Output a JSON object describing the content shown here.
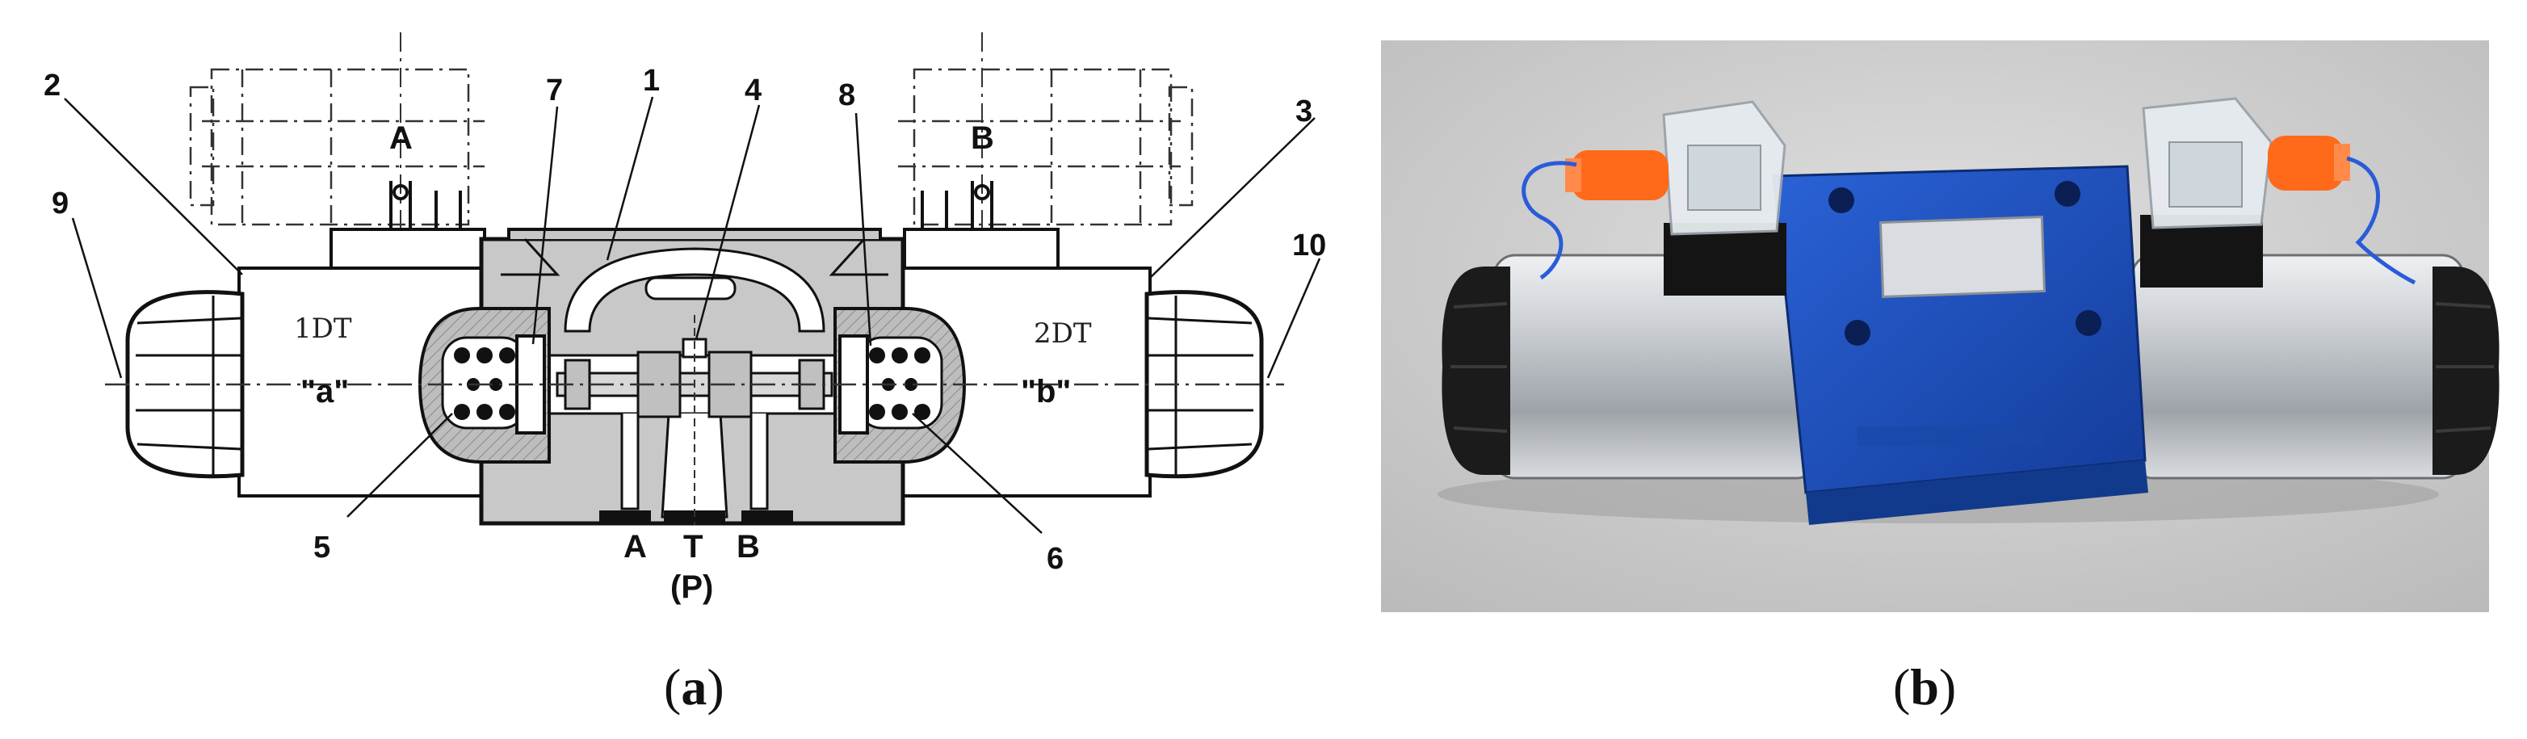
{
  "panel_a": {
    "callouts": [
      "1",
      "2",
      "3",
      "4",
      "5",
      "6",
      "7",
      "8",
      "9",
      "10"
    ],
    "solenoid_labels": {
      "left": "A",
      "right": "B"
    },
    "coil_labels": {
      "left": "1DT",
      "right": "2DT"
    },
    "positions": {
      "left": "\"a\"",
      "right": "\"b\""
    },
    "ports": {
      "a": "A",
      "t": "T",
      "b": "B",
      "p": "(P)"
    },
    "caption": {
      "open": "(",
      "letter": "a",
      "close": ")"
    }
  },
  "panel_b": {
    "caption": {
      "open": "(",
      "letter": "b",
      "close": ")"
    },
    "nameplate_text": "",
    "colors": {
      "valve_body": "#1d4fb8",
      "solenoid_tube": "#c9cdd2",
      "connector": "#e2e6ea",
      "cap": "#ff6a1a",
      "wire": "#2a5bd8",
      "background": "#cfcfcf"
    }
  }
}
